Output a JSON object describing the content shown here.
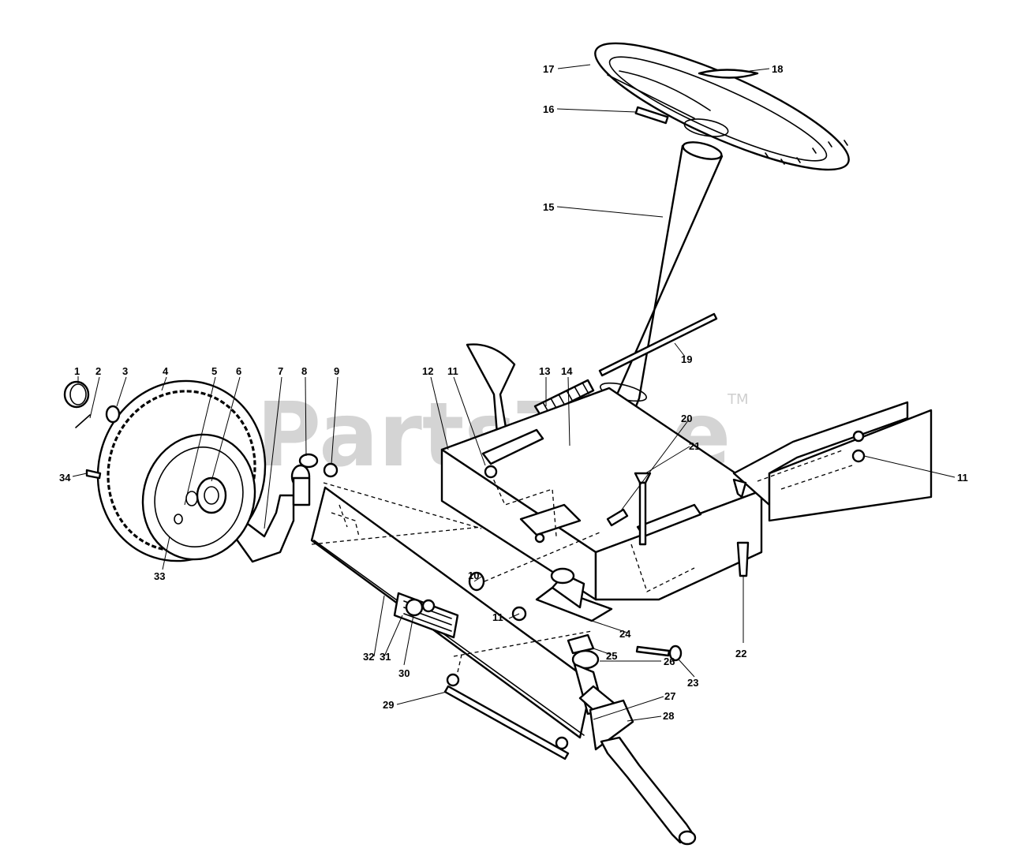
{
  "watermark": {
    "brand": "PartsTree",
    "trademark": "TM"
  },
  "callouts": [
    "1",
    "2",
    "3",
    "4",
    "5",
    "6",
    "7",
    "8",
    "9",
    "10",
    "11",
    "11",
    "11",
    "12",
    "13",
    "14",
    "15",
    "16",
    "17",
    "18",
    "19",
    "20",
    "21",
    "22",
    "23",
    "24",
    "25",
    "26",
    "27",
    "28",
    "29",
    "30",
    "31",
    "32",
    "33",
    "34"
  ]
}
